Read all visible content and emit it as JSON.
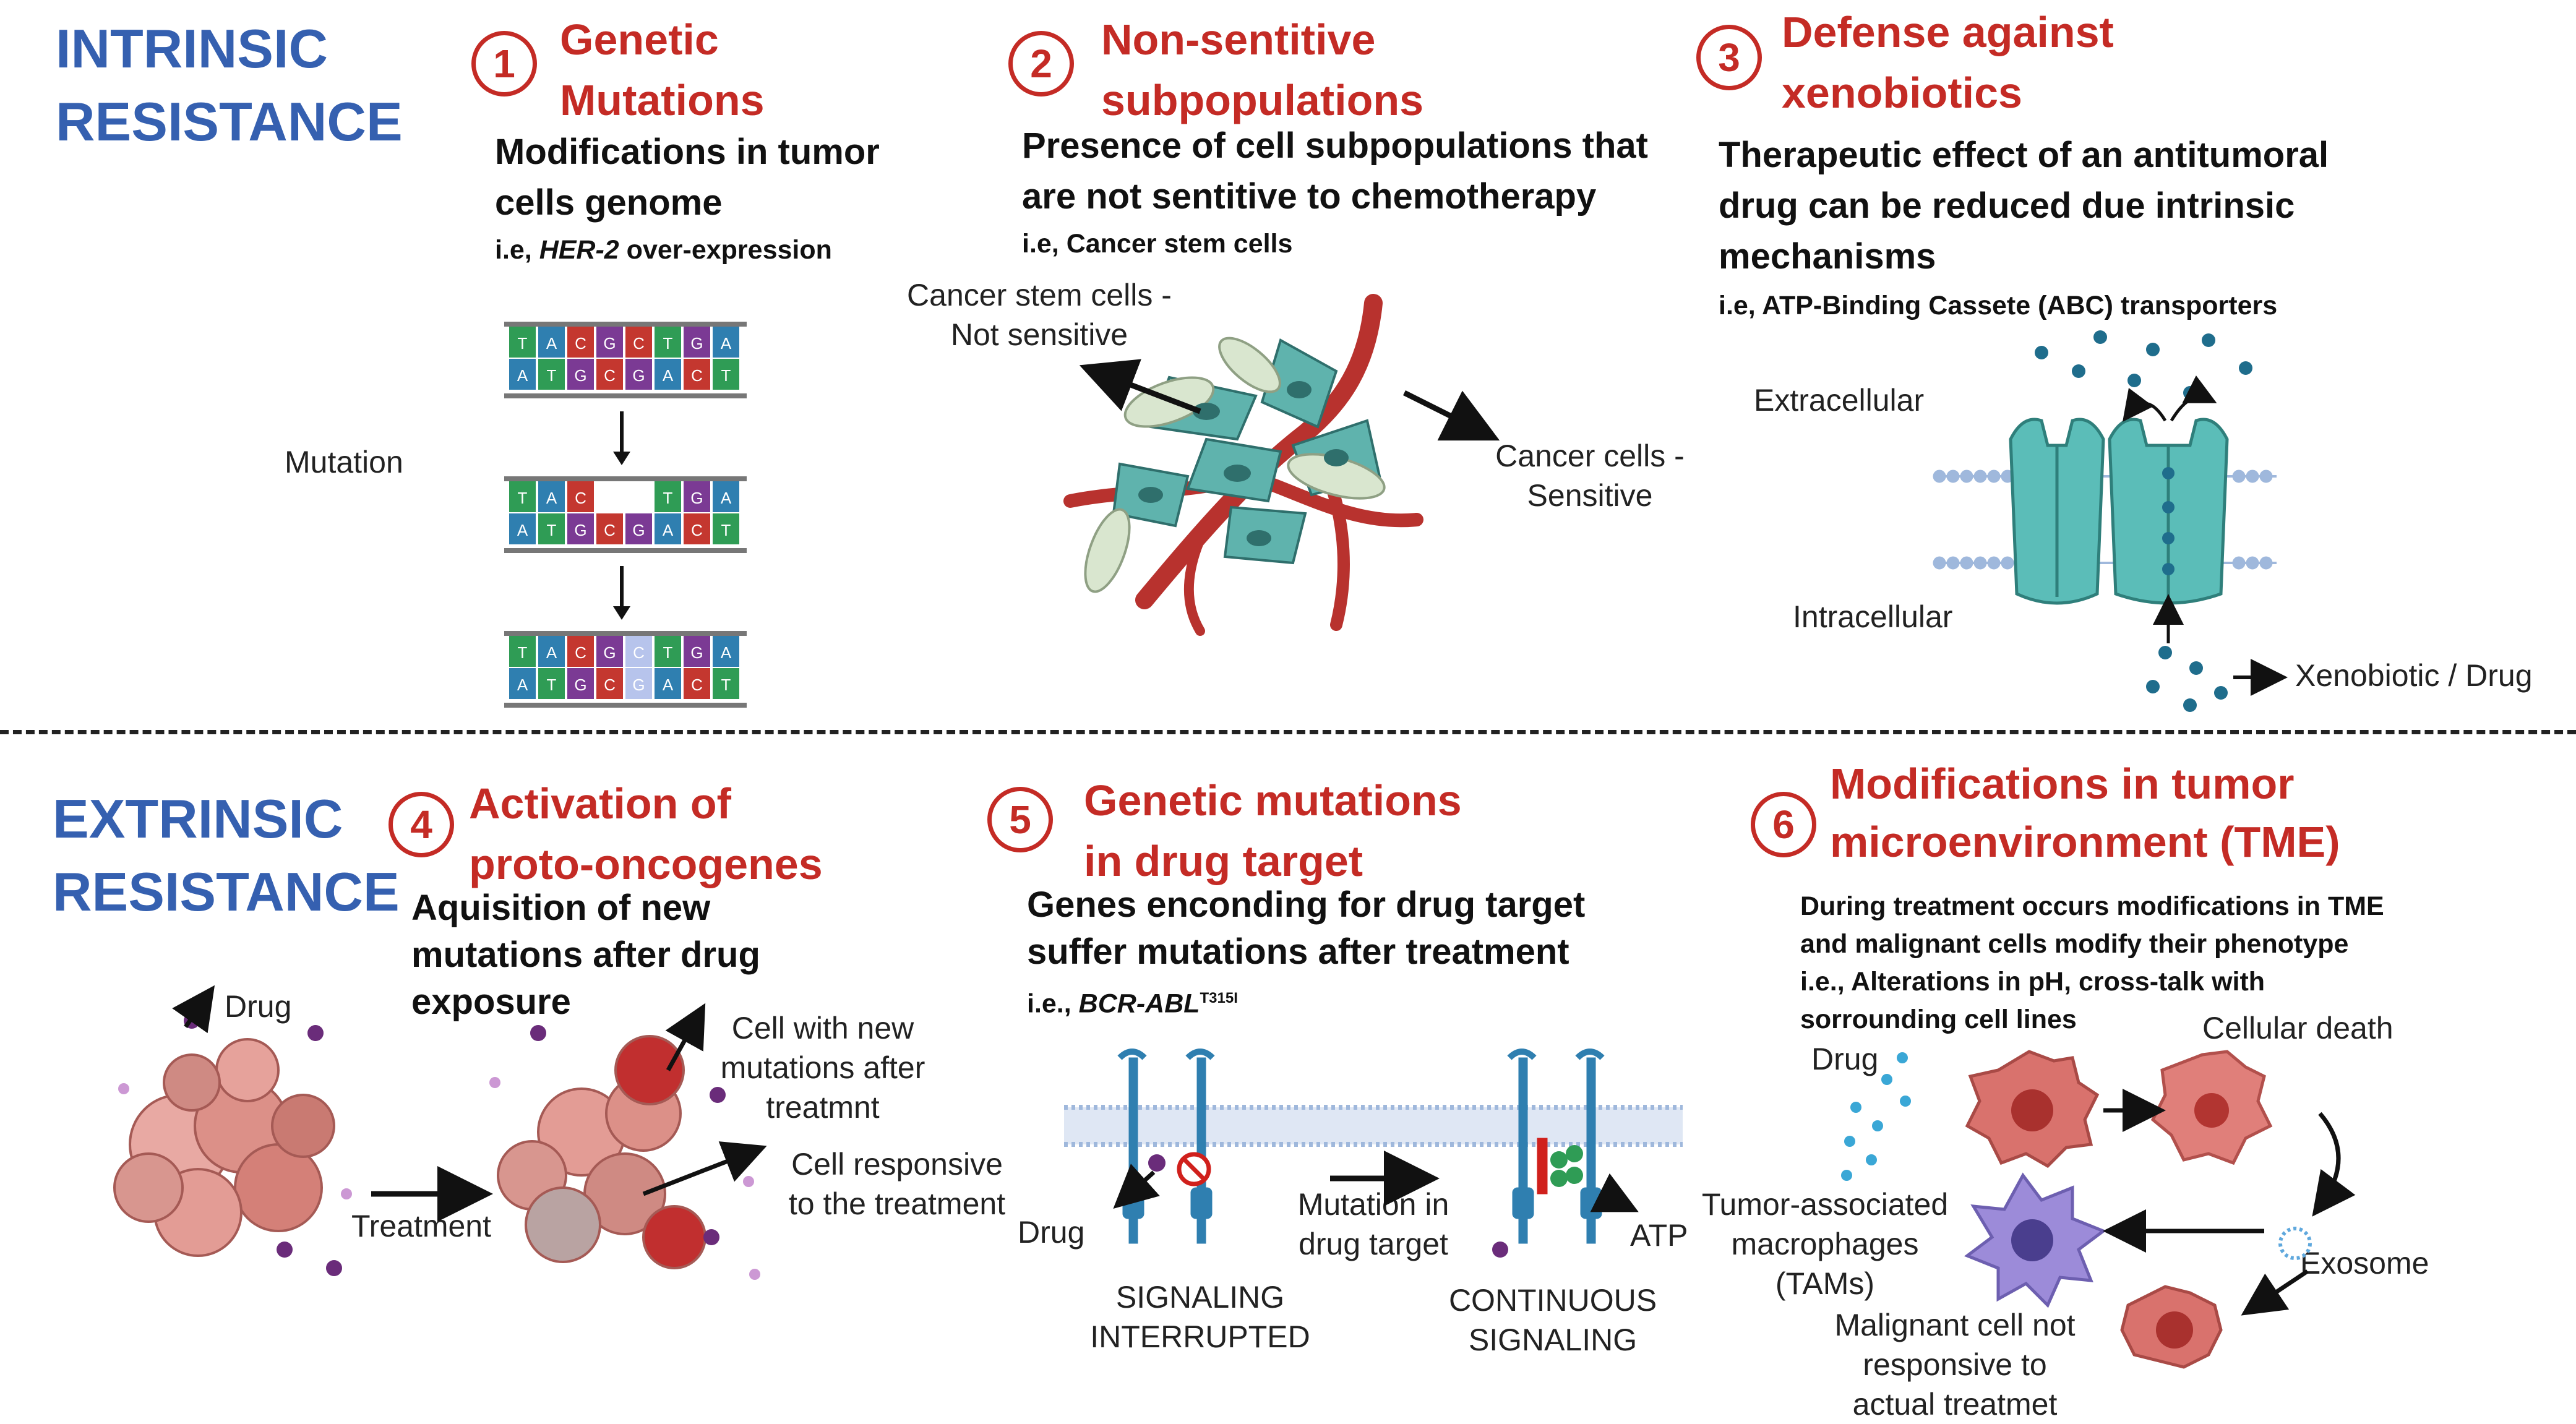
{
  "intrinsic": {
    "title_lines": [
      "INTRINSIC",
      "RESISTANCE"
    ],
    "panels": [
      {
        "number": "1",
        "title_lines": [
          "Genetic",
          "Mutations"
        ],
        "desc_lines": [
          "Modifications in tumor",
          "cells genome"
        ],
        "example_prefix": "i.e, ",
        "example_italic": "HER-2",
        "example_suffix": " over-expression",
        "labels": {
          "mutation": "Mutation"
        },
        "dna_top": [
          "T",
          "A",
          "C",
          "G",
          "C",
          "T",
          "G",
          "A"
        ],
        "dna_bottom": [
          "A",
          "T",
          "G",
          "C",
          "G",
          "A",
          "C",
          "T"
        ]
      },
      {
        "number": "2",
        "title_lines": [
          "Non-sentitive",
          "subpopulations"
        ],
        "desc_lines": [
          "Presence of cell subpopulations that",
          "are not sentitive to chemotherapy"
        ],
        "example": "i.e, Cancer stem cells",
        "labels": {
          "stem_lines": [
            "Cancer stem cells -",
            "Not sensitive"
          ],
          "cancer_lines": [
            "Cancer cells -",
            "Sensitive"
          ]
        }
      },
      {
        "number": "3",
        "title_lines": [
          "Defense against",
          "xenobiotics"
        ],
        "desc_lines": [
          "Therapeutic effect of an antitumoral",
          "drug can be reduced due intrinsic",
          "mechanisms"
        ],
        "example": "i.e, ATP-Binding Cassete (ABC) transporters",
        "labels": {
          "extracellular": "Extracellular",
          "intracellular": "Intracellular",
          "xenobiotic": "Xenobiotic / Drug"
        }
      }
    ]
  },
  "extrinsic": {
    "title_lines": [
      "EXTRINSIC",
      "RESISTANCE"
    ],
    "panels": [
      {
        "number": "4",
        "title_lines": [
          "Activation of",
          "proto-oncogenes"
        ],
        "desc_lines": [
          "Aquisition of new",
          "mutations after drug",
          "exposure"
        ],
        "labels": {
          "drug": "Drug",
          "treatment": "Treatment",
          "new_mut_lines": [
            "Cell with new",
            "mutations after",
            "treatmnt"
          ],
          "responsive_lines": [
            "Cell responsive",
            "to the treatment"
          ]
        }
      },
      {
        "number": "5",
        "title_lines": [
          "Genetic mutations",
          "in drug target"
        ],
        "desc_lines": [
          "Genes enconding for drug target",
          "suffer mutations after treatment"
        ],
        "example_prefix": "i.e., ",
        "example_italic": "BCR-ABL",
        "example_sup": "T315I",
        "labels": {
          "drug": "Drug",
          "mutation_lines": [
            "Mutation in",
            "drug target"
          ],
          "atp": "ATP",
          "interrupted_lines": [
            "SIGNALING",
            "INTERRUPTED"
          ],
          "continuous_lines": [
            "CONTINUOUS",
            "SIGNALING"
          ]
        }
      },
      {
        "number": "6",
        "title_lines": [
          "Modifications in tumor",
          "microenvironment (TME)"
        ],
        "desc_lines": [
          "During treatment occurs modifications in TME",
          "and malignant cells modify their phenotype",
          "i.e., Alterations in pH, cross-talk with",
          "sorrounding cell lines"
        ],
        "labels": {
          "drug": "Drug",
          "death": "Cellular death",
          "tam_lines": [
            "Tumor-associated",
            "macrophages",
            "(TAMs)"
          ],
          "exosome": "Exosome",
          "malignant_lines": [
            "Malignant cell not",
            "responsive to",
            "actual treatmet"
          ]
        }
      }
    ]
  },
  "colors": {
    "section_blue": "#3560b0",
    "accent_red": "#c42b25",
    "membrane_blue": "#9fb8dc",
    "teal": "#5bbdb8",
    "drug_blue": "#1f6d8c",
    "purple": "#6a2c7a"
  }
}
